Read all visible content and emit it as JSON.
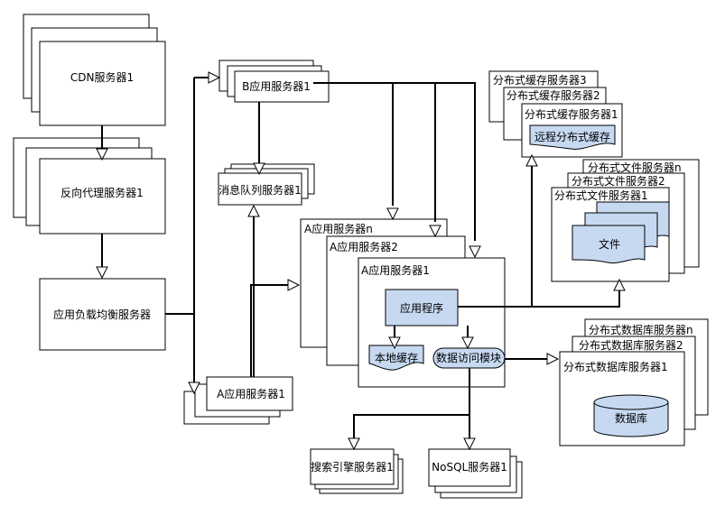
{
  "nodes": {
    "cdn": "CDN服务器1",
    "reverse_proxy": "反向代理服务器1",
    "load_balancer": "应用负载均衡服务器",
    "b_app": "B应用服务器1",
    "mq": "消息队列服务器1",
    "a_app_bottom": "A应用服务器1",
    "a_app_n": "A应用服务器n",
    "a_app_2": "A应用服务器2",
    "a_app_1": "A应用服务器1",
    "app_program": "应用程序",
    "local_cache": "本地缓存",
    "data_access": "数据访问模块",
    "cache_3": "分布式缓存服务器3",
    "cache_2": "分布式缓存服务器2",
    "cache_1": "分布式缓存服务器1",
    "remote_cache": "远程分布式缓存",
    "file_n": "分布式文件服务器n",
    "file_2": "分布式文件服务器2",
    "file_1": "分布式文件服务器1",
    "file_doc": "文件",
    "db_n": "分布式数据库服务器n",
    "db_2": "分布式数据库服务器2",
    "db_1": "分布式数据库服务器1",
    "database": "数据库",
    "search": "搜索引擎服务器1",
    "nosql": "NoSQL服务器1"
  }
}
